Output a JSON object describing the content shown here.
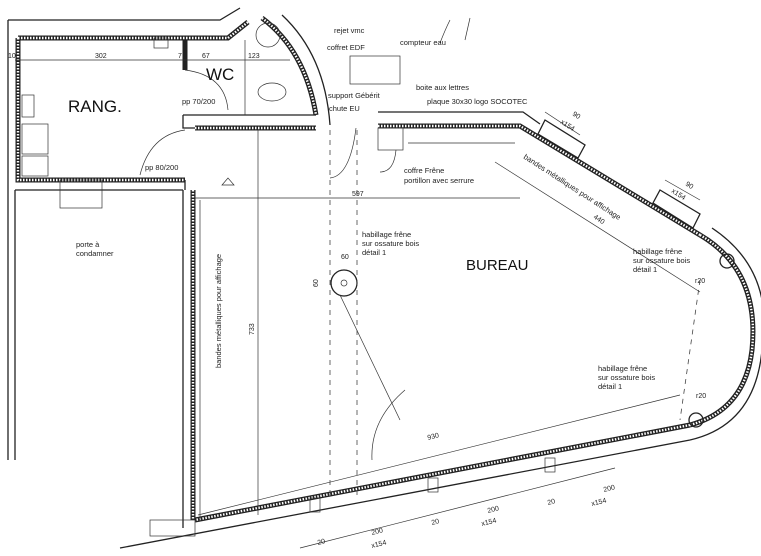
{
  "rooms": {
    "rang": "RANG.",
    "wc": "WC",
    "bureau": "BUREAU"
  },
  "labels": {
    "rejet_vmc": "rejet vmc",
    "coffret_edf": "coffret EDF",
    "compteur_eau": "compteur eau",
    "support_geberit": "support Gébérit",
    "chute_eu": "chute EU",
    "boite_lettres": "boite aux lettres",
    "plaque": "plaque 30x30 logo SOCOTEC",
    "coffre_1": "coffre  Frêne",
    "coffre_2": "portillon avec serrure",
    "porte_1": "porte à",
    "porte_2": "condamner",
    "door_wc": "pp 70/200",
    "door_bureau": "pp 80/200",
    "habillage_1a": "habillage frêne",
    "habillage_1b": "sur ossature bois",
    "habillage_1c": "détail 1",
    "habillage_2a": "habillage frêne",
    "habillage_2b": "sur ossature bois",
    "habillage_2c": "détail 1",
    "habillage_3a": "habillage frêne",
    "habillage_3b": "sur ossature bois",
    "habillage_3c": "détail 1",
    "bandes_left": "bandes métalliques pour affichage",
    "bandes_top": "bandes métalliques pour affichage"
  },
  "dimensions": {
    "d10": "10",
    "d302": "302",
    "d7": "7",
    "d67": "67",
    "d123": "123",
    "d597": "597",
    "d60h": "60",
    "d60v": "60",
    "d733": "733",
    "d440": "440",
    "d930": "930",
    "d90a": "90",
    "x154a": "x154",
    "d90b": "90",
    "x154b": "x154",
    "r20a": "r20",
    "r20b": "r20",
    "d20a": "20",
    "d200a": "200",
    "x154c": "x154",
    "d20b": "20",
    "d200b": "200",
    "x154d": "x154",
    "d20c": "20",
    "d200c": "200",
    "x154e": "x154"
  }
}
